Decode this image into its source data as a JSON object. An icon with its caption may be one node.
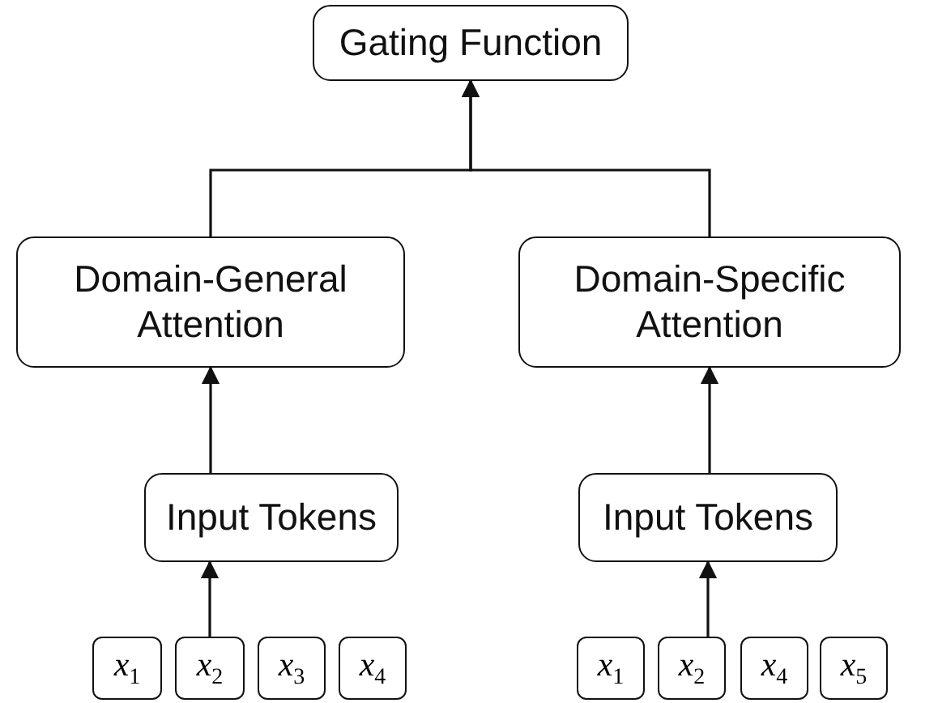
{
  "diagram": {
    "nodes": [
      {
        "text": [
          "Gating Function"
        ]
      },
      {
        "text": [
          "Domain-General Attention"
        ]
      },
      {
        "text": [
          "Domain-Specific Attention"
        ]
      },
      {
        "text": [
          "Input Tokens"
        ]
      },
      {
        "text": [
          "Input Tokens"
        ]
      },
      {
        "text": [
          "*x*$_{1}$"
        ]
      },
      {
        "text": [
          "*x*$_{2}$"
        ]
      },
      {
        "text": [
          "*x*$_{3}$"
        ]
      },
      {
        "text": [
          "*x*$_{4}$"
        ]
      },
      {
        "text": [
          "*x*$_{1}$"
        ]
      },
      {
        "text": [
          "*x*$_{2}$"
        ]
      },
      {
        "text": [
          "*x*$_{4}$"
        ]
      },
      {
        "text": [
          "*x*$_{5}$"
        ]
      }
    ],
    "edges": [
      {
        "from": 1,
        "to": 0,
        "arrow": "to"
      },
      {
        "from": 2,
        "to": 0,
        "arrow": "to"
      },
      {
        "from": 3,
        "to": 1,
        "arrow": "to"
      },
      {
        "from": 4,
        "to": 2,
        "arrow": "to"
      },
      {
        "from": 6,
        "to": 3,
        "arrow": "to"
      },
      {
        "from": 10,
        "to": 4,
        "arrow": "to"
      }
    ]
  }
}
